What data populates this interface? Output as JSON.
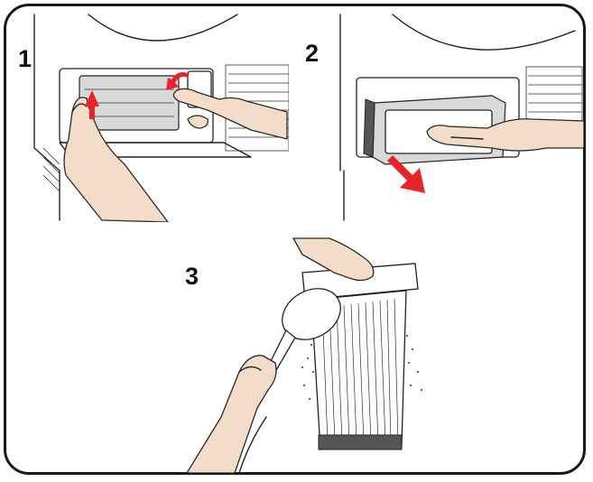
{
  "steps": [
    {
      "number": "1"
    },
    {
      "number": "2"
    },
    {
      "number": "3"
    }
  ],
  "colors": {
    "arrow": "#e8242b",
    "skin": "#f3dcc8",
    "outline": "#222222",
    "frame": "#1a1a1a"
  }
}
